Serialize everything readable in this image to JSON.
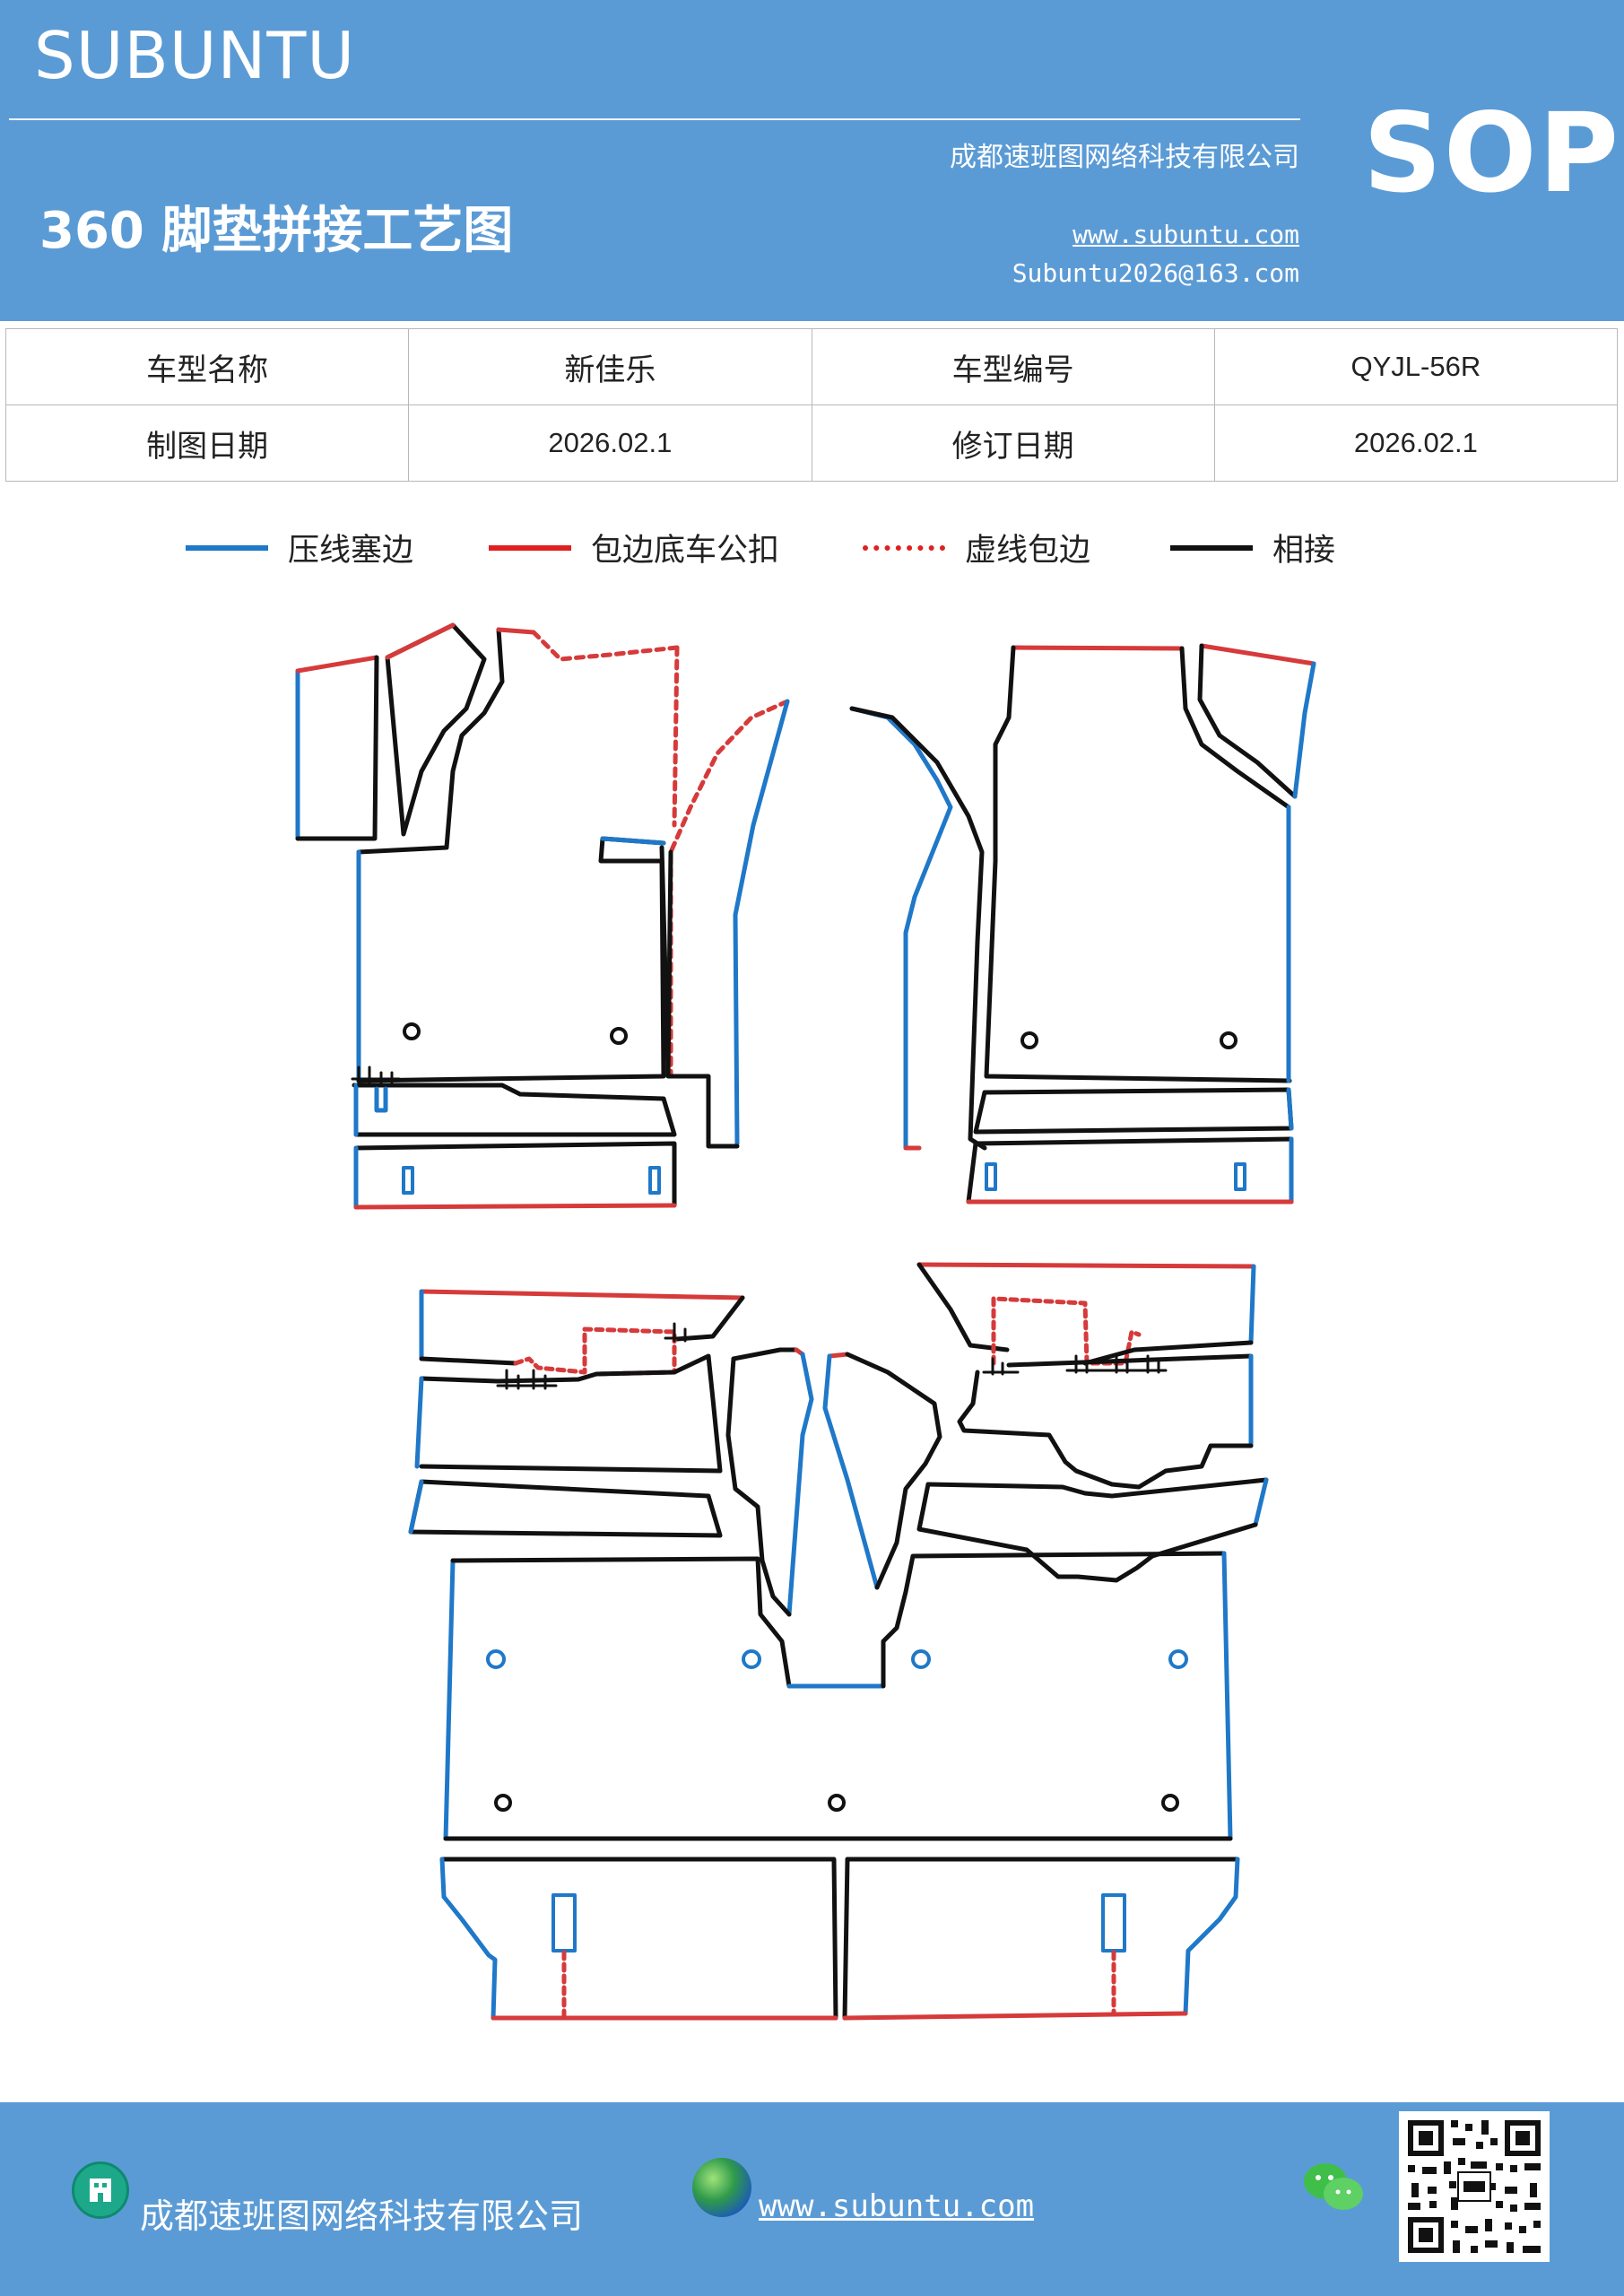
{
  "header": {
    "brand": "SUBUNTU",
    "company": "成都速班图网络科技有限公司",
    "title": "360 脚垫拼接工艺图",
    "website": "www.subuntu.com",
    "email": "Subuntu2026@163.com",
    "sop": "SOP"
  },
  "info_table": {
    "row1": {
      "label1": "车型名称",
      "value1": "新佳乐",
      "label2": "车型编号",
      "value2": "QYJL-56R"
    },
    "row2": {
      "label1": "制图日期",
      "value1": "2026.02.1",
      "label2": "修订日期",
      "value2": "2026.02.1"
    }
  },
  "legend": [
    {
      "label": "压线塞边",
      "color": "#1f78c8",
      "style": "solid"
    },
    {
      "label": "包边底车公扣",
      "color": "#e02020",
      "style": "solid"
    },
    {
      "label": "虚线包边",
      "color": "#e02020",
      "style": "dotted"
    },
    {
      "label": "相接",
      "color": "#111111",
      "style": "solid"
    }
  ],
  "colors": {
    "header_bg": "#5b9bd5",
    "blue_line": "#1f78c8",
    "red_line": "#d63a3a",
    "black_line": "#111111"
  },
  "footer": {
    "company": "成都速班图网络科技有限公司",
    "website": "www.subuntu.com",
    "icons": [
      "building-icon",
      "globe-icon",
      "wechat-icon",
      "qr-code"
    ]
  }
}
